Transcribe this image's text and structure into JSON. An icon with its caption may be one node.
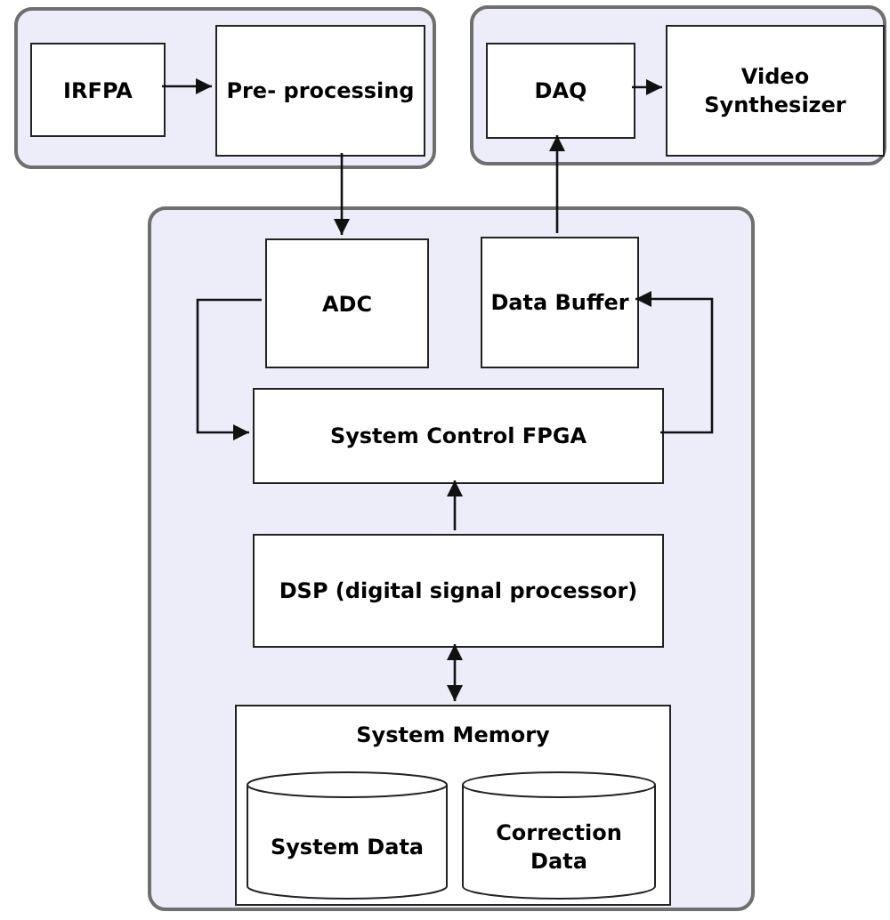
{
  "diagram": {
    "nodes": [
      {
        "text": [],
        "shape": "box"
      },
      {
        "text": [
          "IRFPA"
        ],
        "in": 0
      },
      {
        "text": [
          "Pre- processing"
        ],
        "in": 0
      },
      {
        "text": [],
        "shape": "box"
      },
      {
        "text": [
          "DAQ"
        ],
        "in": 3
      },
      {
        "text": [
          "Video Synthesizer"
        ],
        "in": 3
      },
      {
        "text": [],
        "shape": "box"
      },
      {
        "text": [
          "ADC"
        ],
        "in": 6
      },
      {
        "text": [
          "Data Buffer"
        ],
        "in": 6
      },
      {
        "text": [
          "System Control FPGA"
        ],
        "in": 6
      },
      {
        "text": [
          "DSP (digital signal processor)"
        ],
        "in": 6
      },
      {
        "text": [
          "System Memory"
        ],
        "in": 6
      },
      {
        "text": [
          "System Data"
        ],
        "in": 11
      },
      {
        "text": [
          "Correction Data"
        ],
        "in": 11
      }
    ],
    "edges": [
      {
        "from": 1,
        "to": 2,
        "arrow": "to"
      },
      {
        "from": 2,
        "to": 7,
        "arrow": "to"
      },
      {
        "from": 8,
        "to": 4,
        "arrow": "to"
      },
      {
        "from": 4,
        "to": 5,
        "arrow": "to"
      },
      {
        "from": 7,
        "to": 9,
        "arrow": "to"
      },
      {
        "from": 9,
        "to": 8,
        "arrow": "to"
      },
      {
        "from": 10,
        "to": 9,
        "arrow": "to"
      },
      {
        "from": 10,
        "to": 11,
        "arrow": "both"
      }
    ]
  }
}
